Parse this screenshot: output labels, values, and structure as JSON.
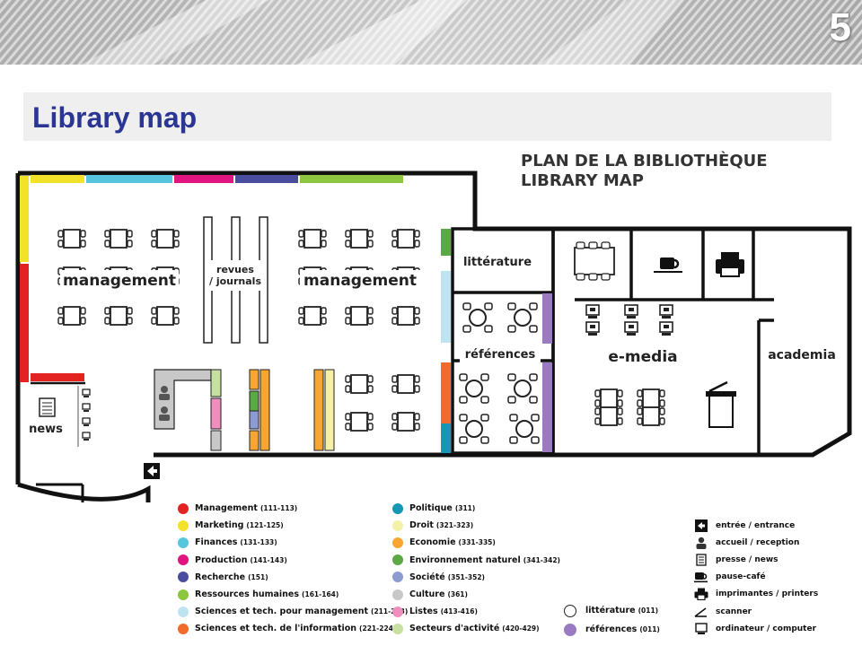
{
  "slide": {
    "number": "5",
    "title": "Library map"
  },
  "map": {
    "heading_fr": "PLAN DE LA BIBLIOTHÈQUE",
    "heading_en": "LIBRARY MAP",
    "rooms": {
      "management_left": "management",
      "management_right": "management",
      "revues": "revues",
      "journals": "/ journals",
      "news": "news",
      "litterature": "littérature",
      "references": "références",
      "emedia": "e-media",
      "academia": "academia"
    }
  },
  "legend": {
    "left": [
      {
        "name": "Management",
        "code": "(111-113)",
        "color": "#e32222"
      },
      {
        "name": "Marketing",
        "code": "(121-125)",
        "color": "#f2e22a"
      },
      {
        "name": "Finances",
        "code": "(131-133)",
        "color": "#56c6df"
      },
      {
        "name": "Production",
        "code": "(141-143)",
        "color": "#e0157f"
      },
      {
        "name": "Recherche",
        "code": "(151)",
        "color": "#4a4d9e"
      },
      {
        "name": "Ressources humaines",
        "code": "(161-164)",
        "color": "#8cc63e"
      },
      {
        "name": "Sciences et tech. pour management",
        "code": "(211-213)",
        "color": "#bfe3f1"
      },
      {
        "name": "Sciences et tech. de l'information",
        "code": "(221-224)",
        "color": "#f26b2a"
      }
    ],
    "middle": [
      {
        "name": "Politique",
        "code": "(311)",
        "color": "#1597b5"
      },
      {
        "name": "Droit",
        "code": "(321-323)",
        "color": "#f5f0a8"
      },
      {
        "name": "Economie",
        "code": "(331-335)",
        "color": "#f8a631"
      },
      {
        "name": "Environnement naturel",
        "code": "(341-342)",
        "color": "#5ba945"
      },
      {
        "name": "Société",
        "code": "(351-352)",
        "color": "#8d9bd3"
      },
      {
        "name": "Culture",
        "code": "(361)",
        "color": "#c8c8c8"
      },
      {
        "name": "Listes",
        "code": "(413-416)",
        "color": "#ee8fbd"
      },
      {
        "name": "Secteurs d'activité",
        "code": "(420-429)",
        "color": "#c6e0a0"
      }
    ],
    "circles": [
      {
        "name": "littérature",
        "code": "(011)",
        "color": "#ffffff"
      },
      {
        "name": "références",
        "code": "(011)",
        "color": "#9a7bc2"
      }
    ],
    "keys": [
      {
        "label": "entrée / entrance",
        "icon": "entrance-icon"
      },
      {
        "label": "accueil / reception",
        "icon": "reception-person-icon"
      },
      {
        "label": "presse / news",
        "icon": "newspaper-icon"
      },
      {
        "label": "pause-café",
        "icon": "coffee-cup-icon"
      },
      {
        "label": "imprimantes / printers",
        "icon": "printer-icon"
      },
      {
        "label": "scanner",
        "icon": "scanner-icon"
      },
      {
        "label": "ordinateur / computer",
        "icon": "computer-icon"
      }
    ]
  }
}
